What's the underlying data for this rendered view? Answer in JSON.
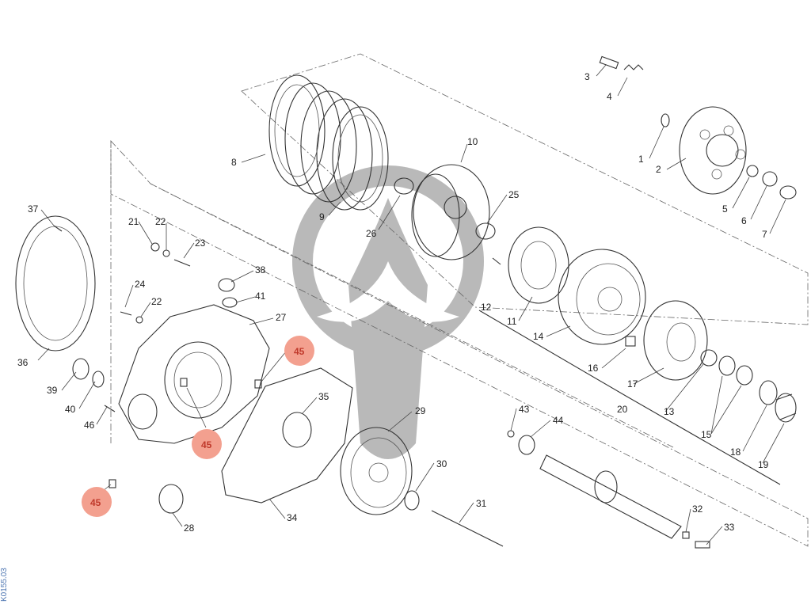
{
  "diagram": {
    "figure_code": "K0155.03",
    "highlight_color": "#f3a08f",
    "highlight_text_color": "#c0392b",
    "watermark_color": "#808080",
    "callouts": [
      {
        "id": "c1",
        "label": "1"
      },
      {
        "id": "c2",
        "label": "2"
      },
      {
        "id": "c3",
        "label": "3"
      },
      {
        "id": "c4",
        "label": "4"
      },
      {
        "id": "c5",
        "label": "5"
      },
      {
        "id": "c6",
        "label": "6"
      },
      {
        "id": "c7",
        "label": "7"
      },
      {
        "id": "c8",
        "label": "8"
      },
      {
        "id": "c9",
        "label": "9"
      },
      {
        "id": "c10",
        "label": "10"
      },
      {
        "id": "c11",
        "label": "11"
      },
      {
        "id": "c12",
        "label": "12"
      },
      {
        "id": "c13",
        "label": "13"
      },
      {
        "id": "c14",
        "label": "14"
      },
      {
        "id": "c15",
        "label": "15"
      },
      {
        "id": "c16",
        "label": "16"
      },
      {
        "id": "c17",
        "label": "17"
      },
      {
        "id": "c18",
        "label": "18"
      },
      {
        "id": "c19",
        "label": "19"
      },
      {
        "id": "c20",
        "label": "20"
      },
      {
        "id": "c21",
        "label": "21"
      },
      {
        "id": "c22a",
        "label": "22"
      },
      {
        "id": "c22b",
        "label": "22"
      },
      {
        "id": "c23",
        "label": "23"
      },
      {
        "id": "c24",
        "label": "24"
      },
      {
        "id": "c25",
        "label": "25"
      },
      {
        "id": "c26",
        "label": "26"
      },
      {
        "id": "c27",
        "label": "27"
      },
      {
        "id": "c28",
        "label": "28"
      },
      {
        "id": "c29",
        "label": "29"
      },
      {
        "id": "c30",
        "label": "30"
      },
      {
        "id": "c31",
        "label": "31"
      },
      {
        "id": "c32",
        "label": "32"
      },
      {
        "id": "c33",
        "label": "33"
      },
      {
        "id": "c34",
        "label": "34"
      },
      {
        "id": "c35",
        "label": "35"
      },
      {
        "id": "c36",
        "label": "36"
      },
      {
        "id": "c37",
        "label": "37"
      },
      {
        "id": "c38",
        "label": "38"
      },
      {
        "id": "c39",
        "label": "39"
      },
      {
        "id": "c40",
        "label": "40"
      },
      {
        "id": "c41",
        "label": "41"
      },
      {
        "id": "c43",
        "label": "43"
      },
      {
        "id": "c44",
        "label": "44"
      },
      {
        "id": "c46",
        "label": "46"
      }
    ],
    "highlighted": [
      {
        "id": "h1",
        "label": "45"
      },
      {
        "id": "h2",
        "label": "45"
      },
      {
        "id": "h3",
        "label": "45"
      }
    ]
  }
}
